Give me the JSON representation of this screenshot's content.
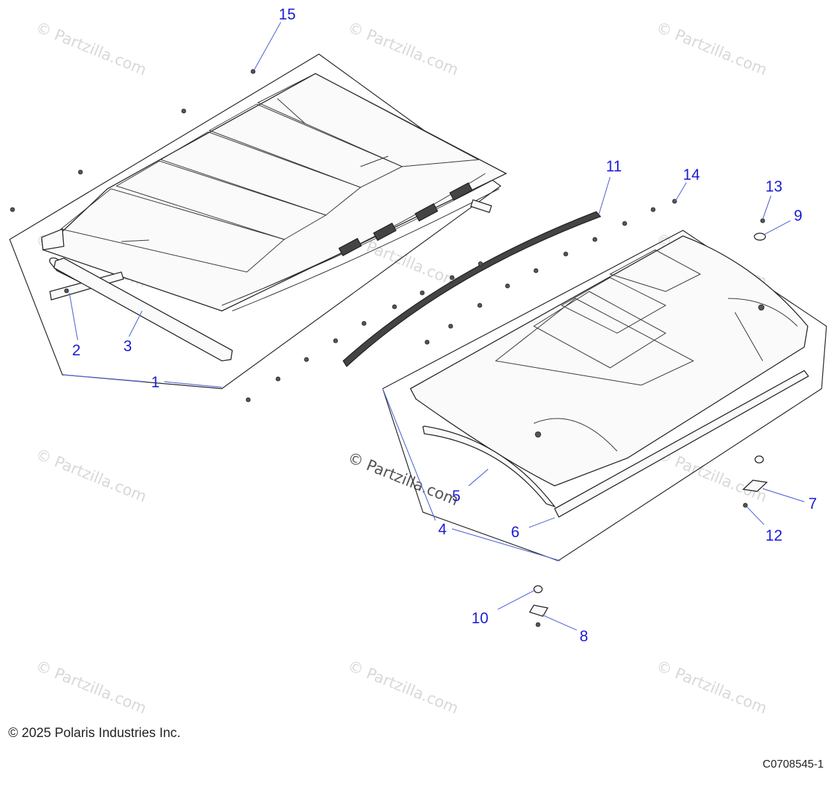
{
  "callouts": {
    "c1": "1",
    "c2": "2",
    "c3": "3",
    "c4": "4",
    "c5": "5",
    "c6": "6",
    "c7": "7",
    "c8": "8",
    "c9": "9",
    "c10": "10",
    "c11": "11",
    "c12": "12",
    "c13": "13",
    "c14": "14",
    "c15": "15"
  },
  "watermark": "© Partzilla.com",
  "footer": {
    "copyright": "© 2025 Polaris Industries Inc.",
    "drawing_id": "C0708545-1"
  },
  "colors": {
    "callout": "#1a1ad6",
    "leader": "#5b6fd6",
    "watermark": "#d8d8d8"
  }
}
